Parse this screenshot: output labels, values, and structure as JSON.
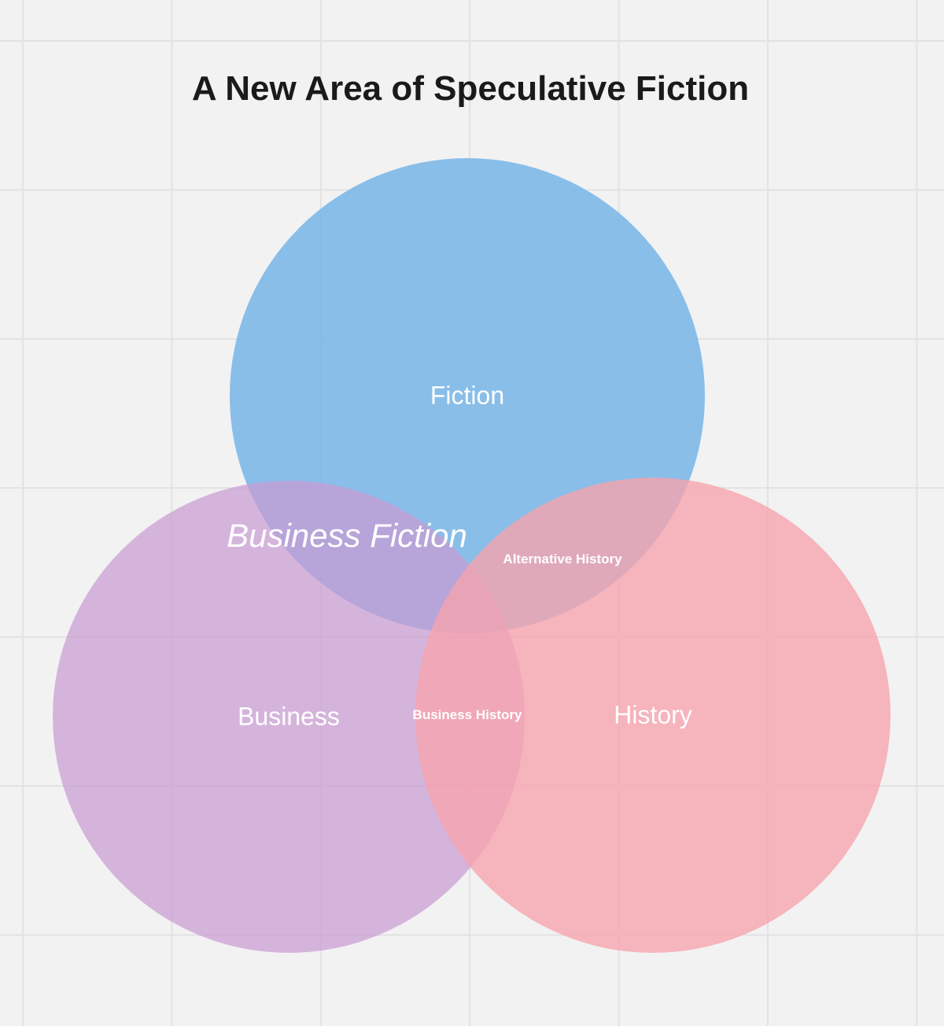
{
  "title": "A New Area of Speculative Fiction",
  "colors": {
    "background": "#f2f2f2",
    "grid": "#e2e2e2",
    "fiction": "#7db8e8",
    "business": "#d0a8d8",
    "history": "#f6aab2"
  },
  "circles": [
    {
      "id": "fiction",
      "label": "Fiction"
    },
    {
      "id": "business",
      "label": "Business"
    },
    {
      "id": "history",
      "label": "History"
    }
  ],
  "intersections": {
    "fiction_business": "Business Fiction",
    "fiction_history": "Alternative History",
    "business_history": "Business History"
  }
}
